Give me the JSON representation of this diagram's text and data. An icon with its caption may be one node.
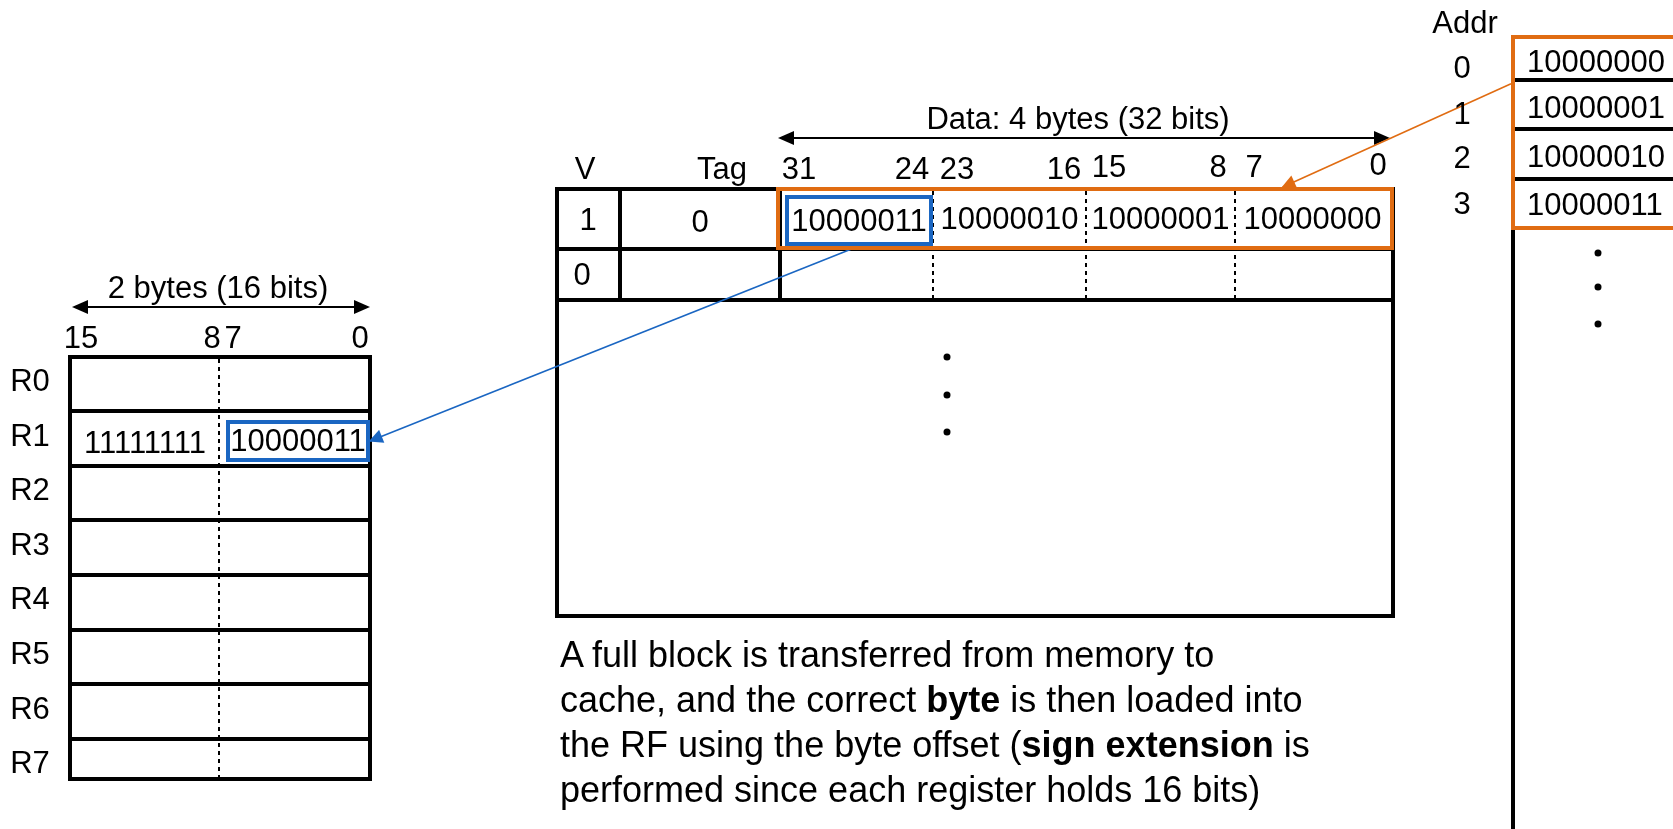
{
  "diagram": {
    "nodes": [
      {
        "text": [],
        "shape": "box"
      },
      {
        "text": [
          "10000011"
        ],
        "in": 0
      },
      {
        "text": [
          "10000010"
        ],
        "in": 0
      },
      {
        "text": [
          "10000001"
        ],
        "in": 0
      },
      {
        "text": [
          "10000000"
        ],
        "in": 0
      },
      {
        "text": [],
        "shape": "box"
      },
      {
        "text": [
          "10000000"
        ],
        "in": 5
      },
      {
        "text": [
          "10000001"
        ],
        "in": 5
      },
      {
        "text": [
          "10000010"
        ],
        "in": 5
      },
      {
        "text": [
          "10000011"
        ],
        "in": 5
      },
      {
        "text": [
          "10000011"
        ]
      }
    ],
    "edges": [
      {
        "from": 5,
        "to": 0,
        "arrow": "to",
        "color": "#e06c12"
      },
      {
        "from": 1,
        "to": 10,
        "arrow": "to",
        "color": "#1a66c2"
      }
    ],
    "labels": [
      "Data: 4 bytes (32 bits)",
      "V",
      "Tag",
      "31",
      "24",
      "23",
      "16",
      "15",
      "8",
      "7",
      "0",
      "1",
      "0",
      "0",
      "2 bytes (16 bits)",
      "15",
      "8",
      "7",
      "0",
      "R0",
      "R1",
      "R2",
      "R3",
      "R4",
      "R5",
      "R6",
      "R7",
      "11111111",
      "Addr",
      "0",
      "1",
      "2",
      "3",
      "A full block is transferred from memory to cache, and the correct **byte** is then loaded into the RF using the byte offset (**sign extension** is performed since each register holds 16 bits)"
    ]
  }
}
